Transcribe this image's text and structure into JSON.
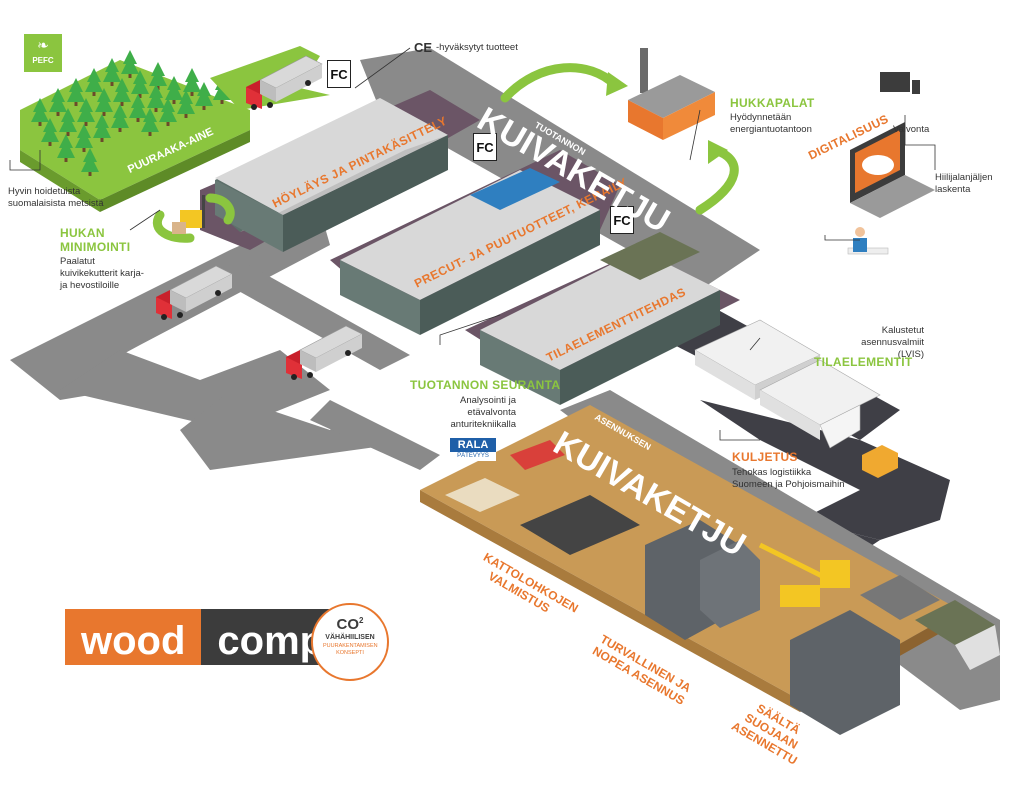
{
  "labels": {
    "pefc": "PEFC",
    "ce_note": "-hyväksytyt tuotteet",
    "ce_mark": "CE",
    "forest_caption": "Hyvin hoidetuista suomalaisista metsistä",
    "raw_material": "PUURAAKA-AINE",
    "waste_min_title": "HUKAN MINIMOINTI",
    "waste_min_text": "Paalatut kuivikekutterit karja- ja hevostiloille",
    "waste_title": "HUKKAPALAT",
    "waste_text": "Hyödynnetään energiantuotantoon",
    "digital_title": "DIGITALISUUS",
    "monitoring": "Valvonta",
    "carbon": "Hiilijalanjäljen laskenta",
    "furnished": "Kalustetut asennusvalmiit (LVIS)",
    "space_elements": "TILAELEMENTIT",
    "tracking_title": "TUOTANNON SEURANTA",
    "tracking_text": "Analysointi ja etävalvonta anturitekniikalla",
    "transport_title": "KULJETUS",
    "transport_text": "Tehokas logistiikka Suomeen ja Pohjoismaihin",
    "planing": "HÖYLÄYS JA PINTAKÄSITTELY",
    "precut": "PRECUT- JA PUUTUOTTEET, KERÄILY",
    "element_factory": "TILAELEMENTTITEHDAS",
    "production_small": "TUOTANNON",
    "dry_chain": "KUIVAKETJU",
    "install_small": "ASENNUKSEN",
    "roof_blocks": "KATTOLOHKOJEN VALMISTUS",
    "safe_install": "TURVALLINEN JA NOPEA ASENNUS",
    "weather_install": "SÄÄLTÄ SUOJAAN ASENNETTU",
    "rala": "RALA",
    "rala_sub": "PÄTEVYYS",
    "fc": "FC",
    "logo_wood": "wood",
    "logo_comp": "comp",
    "co2_title": "VÄHÄHIILISEN",
    "co2_sub": "PUURAKENTAMISEN KONSEPTI",
    "co2_mark": "CO",
    "co2_sup": "2"
  },
  "colors": {
    "orange": "#e8772e",
    "green": "#8bc53f",
    "road": "#8a8a8a",
    "road_dark": "#6e6e6e",
    "plot": "#6b5566",
    "dark": "#3c3c3c"
  },
  "icons": [
    "tree-icon",
    "truck-icon",
    "forklift-icon",
    "recycle-arrow-icon",
    "factory-icon",
    "laptop-icon",
    "cloud-icon",
    "worker-icon",
    "crane-icon",
    "van-icon"
  ]
}
